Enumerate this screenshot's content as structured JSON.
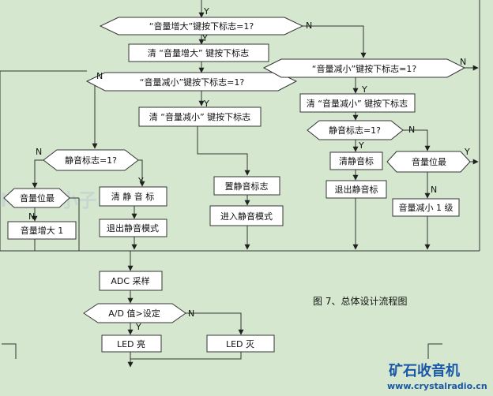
{
  "labels": {
    "d_vol_up_flag": "“音量增大”键按下标志=1?",
    "p_clear_up": "清 “音量增大” 键按下标志",
    "d_vol_down_flag_left": "“音量减小”键按下标志=1?",
    "p_clear_down_left": "清 “音量减小” 键按下标志",
    "d_vol_down_flag_right": "“音量减小”键按下标志=1?",
    "p_clear_down_right": "清 “音量减小” 键按下标志",
    "d_mute_left": "静音标志=1?",
    "d_vol_pos_left": "音量位最",
    "p_vol_up": "音量增大 1",
    "p_clear_mute_left": "清 静 音 标",
    "p_exit_mute_left": "退出静音模式",
    "p_set_mute": "置静音标志",
    "p_enter_mute": "进入静音模式",
    "d_mute_right": "静音标志=1?",
    "p_clear_mute_right": "清静音标",
    "p_exit_mute_right": "退出静音标",
    "d_vol_pos_right": "音量位最",
    "p_vol_down": "音量减小 1 级",
    "p_adc": "ADC 采样",
    "d_ad": "A/D 值>设定",
    "p_led_on": "LED 亮",
    "p_led_off": "LED 灭"
  },
  "yn": {
    "yes": "Y",
    "no": "N"
  },
  "caption": "图 7、总体设计流程图",
  "watermark": {
    "name": "矿石收音机",
    "url": "www.crystalradio.cn"
  }
}
